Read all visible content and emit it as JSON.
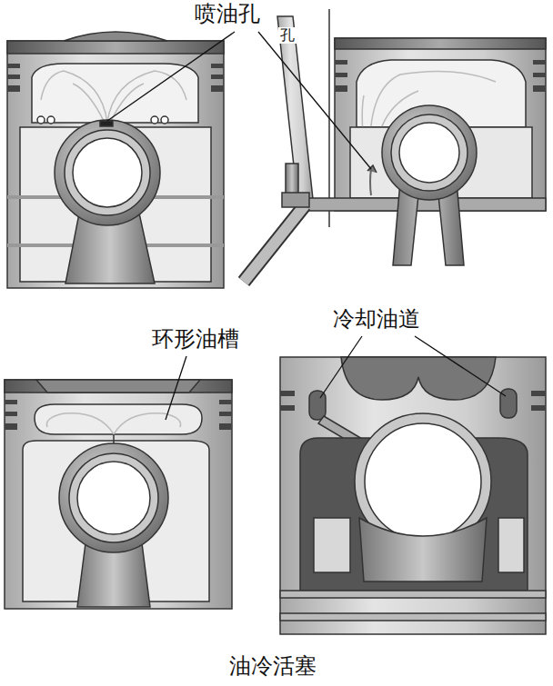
{
  "diagram": {
    "caption": "油冷活塞",
    "labels": [
      "喷油孔",
      "孔",
      "环形油槽",
      "冷却油道"
    ]
  }
}
